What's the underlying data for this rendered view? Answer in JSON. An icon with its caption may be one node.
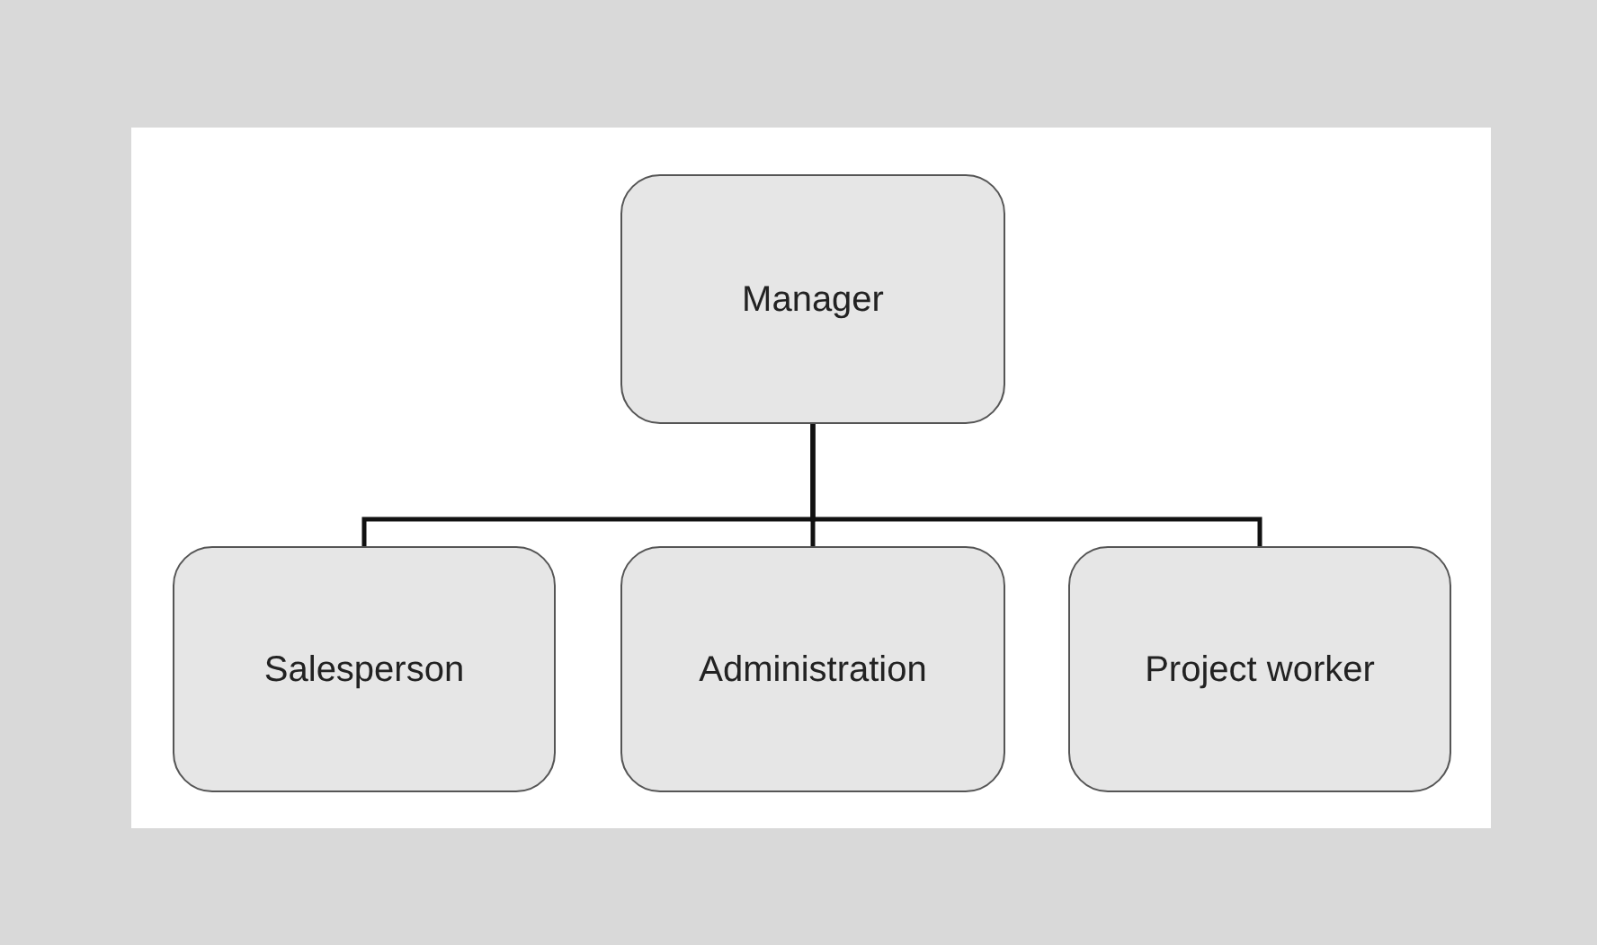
{
  "diagram": {
    "nodes": [
      {
        "text": [
          "Manager"
        ]
      },
      {
        "text": [
          "Salesperson"
        ]
      },
      {
        "text": [
          "Administration"
        ]
      },
      {
        "text": [
          "Project worker"
        ]
      }
    ],
    "edges": [
      {
        "from": 0,
        "to": 1,
        "arrow": "none"
      },
      {
        "from": 0,
        "to": 2,
        "arrow": "none"
      },
      {
        "from": 0,
        "to": 3,
        "arrow": "none"
      }
    ]
  }
}
